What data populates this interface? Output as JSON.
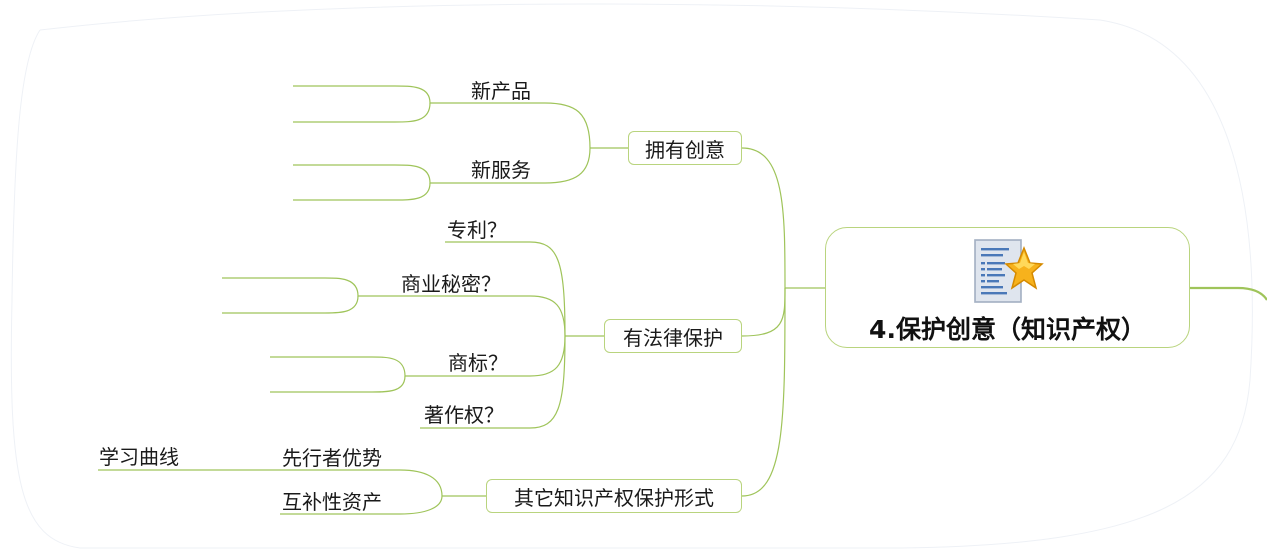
{
  "central": {
    "title": "4.保护创意（知识产权）",
    "icon": "document-star-icon"
  },
  "branches": [
    {
      "label": "拥有创意",
      "children": [
        {
          "label": "新产品"
        },
        {
          "label": "新服务"
        }
      ]
    },
    {
      "label": "有法律保护",
      "children": [
        {
          "label": "专利？"
        },
        {
          "label": "商业秘密？"
        },
        {
          "label": "商标？"
        },
        {
          "label": "著作权？"
        }
      ]
    },
    {
      "label": "其它知识产权保护形式",
      "children": [
        {
          "label": "先行者优势",
          "children": [
            {
              "label": "学习曲线"
            }
          ]
        },
        {
          "label": "互补性资产"
        }
      ]
    }
  ],
  "colors": {
    "connector": "#9fc45a",
    "node_border": "#b9d47e",
    "background": "#ffffff"
  }
}
